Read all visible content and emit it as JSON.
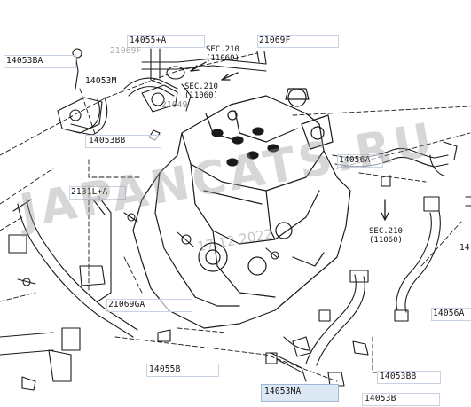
{
  "labels": {
    "p14055A": "14055+A",
    "p21069F_top": "21069F",
    "p21069F_faint": "21069F",
    "p14053BA": "14053BA",
    "p14053M": "14053M",
    "p21049": "21049",
    "p14053BB_left": "14053BB",
    "p14056A_right": "14056A",
    "p2131LA": "2131L+A",
    "p21069GA": "21069GA",
    "p14055B": "14055B",
    "p14056A_lower": "14056A",
    "p14053BB_lower": "14053BB",
    "p14053MA": "14053MA",
    "p14053B": "14053B",
    "p14_edge": "14"
  },
  "sections": {
    "sec1_line1": "SEC.210",
    "sec1_line2": "(11060)",
    "sec2_line1": "SEC.210",
    "sec2_line2": "(11060)",
    "sec3_line1": "SEC.210",
    "sec3_line2": "(11060)"
  },
  "watermark": {
    "text": "JAPANCATS.RU",
    "date": "17.12.2022"
  },
  "colors": {
    "line": "#1a1a1a",
    "label_box": "#c8d4e2",
    "highlight": "#dde8f5",
    "watermark": "#999999"
  }
}
